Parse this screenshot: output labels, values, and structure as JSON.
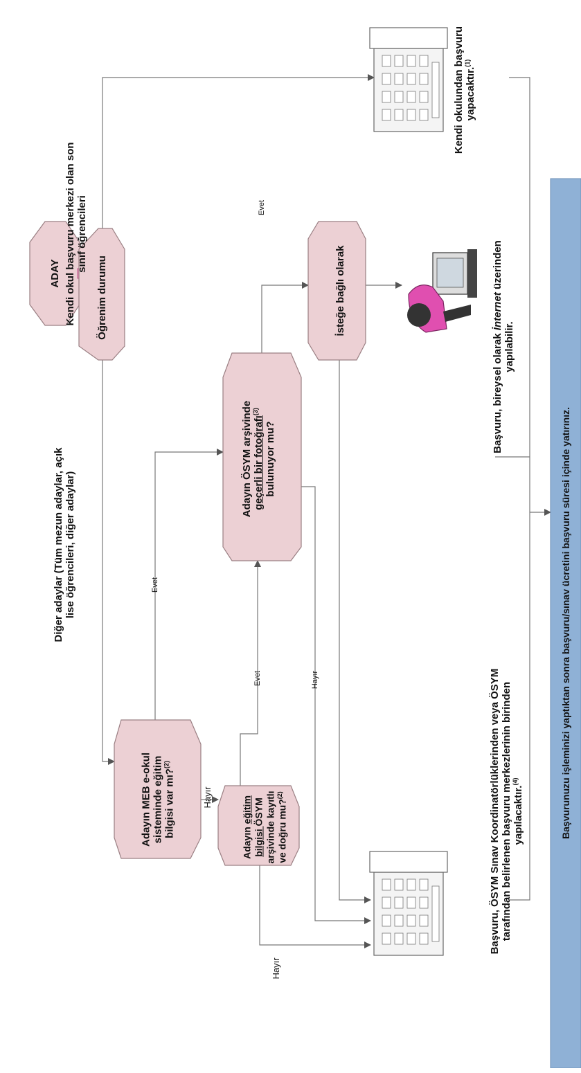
{
  "colors": {
    "shape_fill": "#ecd0d4",
    "shape_stroke": "#9a7f83",
    "arrow_fill": "#ef8fbd",
    "bar_fill": "#8fb1d6",
    "line": "#777777"
  },
  "nodes": {
    "aday": "ADAY",
    "ogrenim": "Öğrenim durumu",
    "meb_a": "Adayın MEB e-okul sisteminde eğitim bilgisi var mı?",
    "meb_sup": "(2)",
    "egitim_a": "Adayın ",
    "egitim_u": "eğitim bilgisi ",
    "egitim_b": "ÖSYM arşivinde kayıtlı ve doğru mu?",
    "egitim_sup": "(2)",
    "foto_a": "Adayın ÖSYM arşivinde",
    "foto_u": "geçerli bir fotoğrafı",
    "foto_sup": "(3)",
    "foto_b": "bulunuyor mu?",
    "istege": "İsteğe bağlı olarak"
  },
  "groups": {
    "diger": "Diğer adaylar (Tüm mezun adaylar, açık lise öğrencileri, diğer adaylar)",
    "kendi_okul": "Kendi okul başvuru merkezi olan son sınıf öğrencileri"
  },
  "edges": {
    "evet_1": "Evet",
    "evet_2": "Evet",
    "evet_3": "Evet",
    "hayir_1": "Hayır",
    "hayir_2": "Hayır",
    "hayir_3": "Hayır"
  },
  "outcomes": {
    "koordinator": "Başvuru, ÖSYM Sınav Koordinatörlüklerinden veya ÖSYM tarafından belirlenen başvuru merkezlerinin birinden yapılacaktır.",
    "koordinator_sup": "(4)",
    "internet_a": "Başvuru, bireysel olarak ",
    "internet_i": "İnternet",
    "internet_b": " üzerinden yapılabilir.",
    "okul": "Kendi okulundan başvuru yapacaktır.",
    "okul_sup": "(1)"
  },
  "footer": "Başvurunuzu işleminizi yaptıktan sonra başvuru/sınav ücretini başvuru süresi içinde yatırınız.",
  "icons": [
    "building-icon",
    "building-icon",
    "person-computer-icon",
    "pink-arrow-icon"
  ]
}
